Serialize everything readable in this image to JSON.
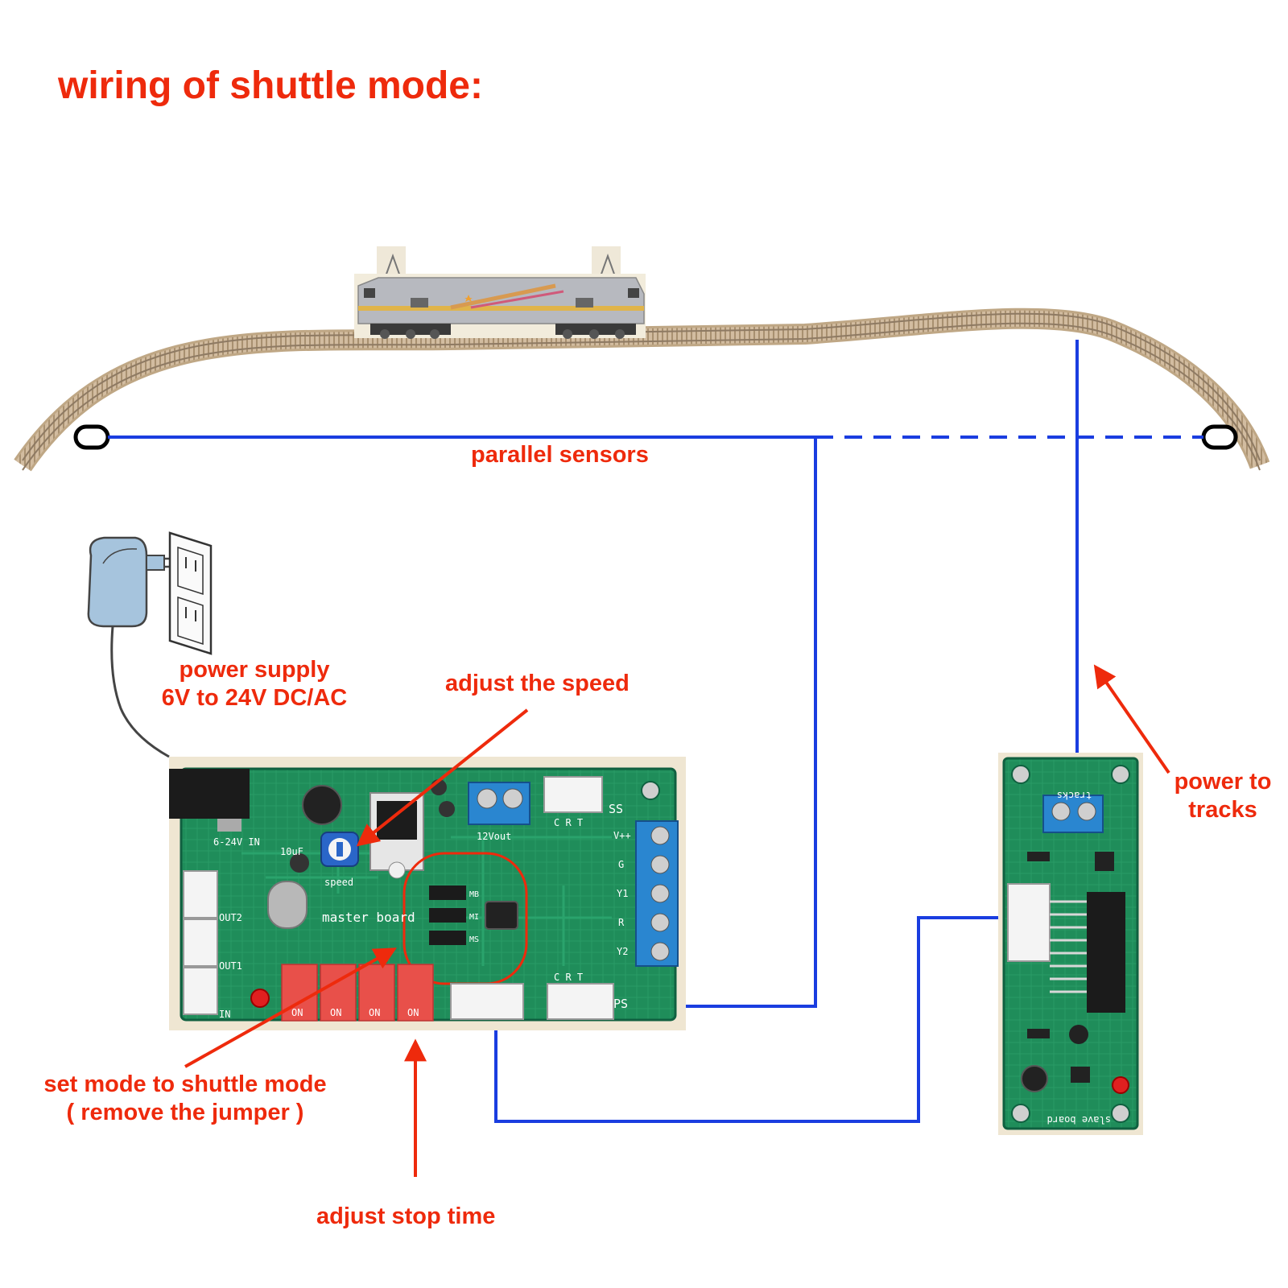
{
  "diagram": {
    "title": "wiring of shuttle mode:",
    "labels": {
      "parallel_sensors": "parallel sensors",
      "power_supply_line1": "power supply",
      "power_supply_line2": "6V to 24V DC/AC",
      "adjust_speed": "adjust the speed",
      "power_to_tracks_line1": "power to",
      "power_to_tracks_line2": "tracks",
      "set_mode_line1": "set mode to shuttle mode",
      "set_mode_line2": "( remove the jumper )",
      "adjust_stop_time": "adjust stop time"
    },
    "master_board": {
      "name": "master board",
      "input": "6-24V IN",
      "speed": "speed",
      "out2": "OUT2",
      "out1": "OUT1",
      "in": "IN",
      "ss": "SS",
      "ps": "PS",
      "crt": "C R T",
      "vout": "12Vout",
      "terminals": [
        "V++",
        "G",
        "Y1",
        "R",
        "Y2"
      ],
      "jumpers": [
        "MB",
        "MI",
        "MS"
      ],
      "dip_on": "ON",
      "cap_label": "10uF"
    },
    "slave_board": {
      "name": "slave board",
      "tracks": "tracks"
    }
  },
  "colors": {
    "label_red": "#ee2a0c",
    "wire_blue": "#1a3de0",
    "pcb_green": "#1a8a55",
    "track_tan": "#c8b093",
    "terminal_blue": "#2a86d0",
    "dip_red": "#e8504a"
  }
}
